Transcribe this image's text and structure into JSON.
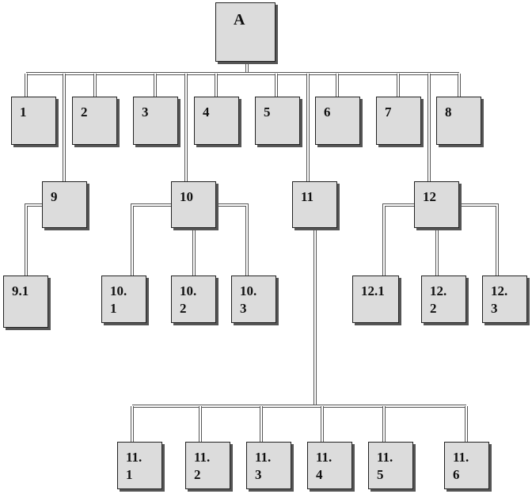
{
  "nodes": {
    "A": "A",
    "n1": "1",
    "n2": "2",
    "n3": "3",
    "n4": "4",
    "n5": "5",
    "n6": "6",
    "n7": "7",
    "n8": "8",
    "n9": "9",
    "n10": "10",
    "n11": "11",
    "n12": "12",
    "n9_1": "9.1",
    "n10_1": "10.\n1",
    "n10_2": "10.\n2",
    "n10_3": "10.\n3",
    "n12_1": "12.1",
    "n12_2": "12.\n2",
    "n12_3": "12.\n3",
    "n11_1": "11.\n1",
    "n11_2": "11.\n2",
    "n11_3": "11.\n3",
    "n11_4": "11.\n4",
    "n11_5": "11.\n5",
    "n11_6": "11.\n6"
  },
  "edges": [
    [
      "A",
      "n1"
    ],
    [
      "A",
      "n2"
    ],
    [
      "A",
      "n3"
    ],
    [
      "A",
      "n4"
    ],
    [
      "A",
      "n5"
    ],
    [
      "A",
      "n6"
    ],
    [
      "A",
      "n7"
    ],
    [
      "A",
      "n8"
    ],
    [
      "A",
      "n9"
    ],
    [
      "A",
      "n10"
    ],
    [
      "A",
      "n11"
    ],
    [
      "A",
      "n12"
    ],
    [
      "n9",
      "n9_1"
    ],
    [
      "n10",
      "n10_1"
    ],
    [
      "n10",
      "n10_2"
    ],
    [
      "n10",
      "n10_3"
    ],
    [
      "n12",
      "n12_1"
    ],
    [
      "n12",
      "n12_2"
    ],
    [
      "n12",
      "n12_3"
    ],
    [
      "n11",
      "n11_1"
    ],
    [
      "n11",
      "n11_2"
    ],
    [
      "n11",
      "n11_3"
    ],
    [
      "n11",
      "n11_4"
    ],
    [
      "n11",
      "n11_5"
    ],
    [
      "n11",
      "n11_6"
    ]
  ]
}
